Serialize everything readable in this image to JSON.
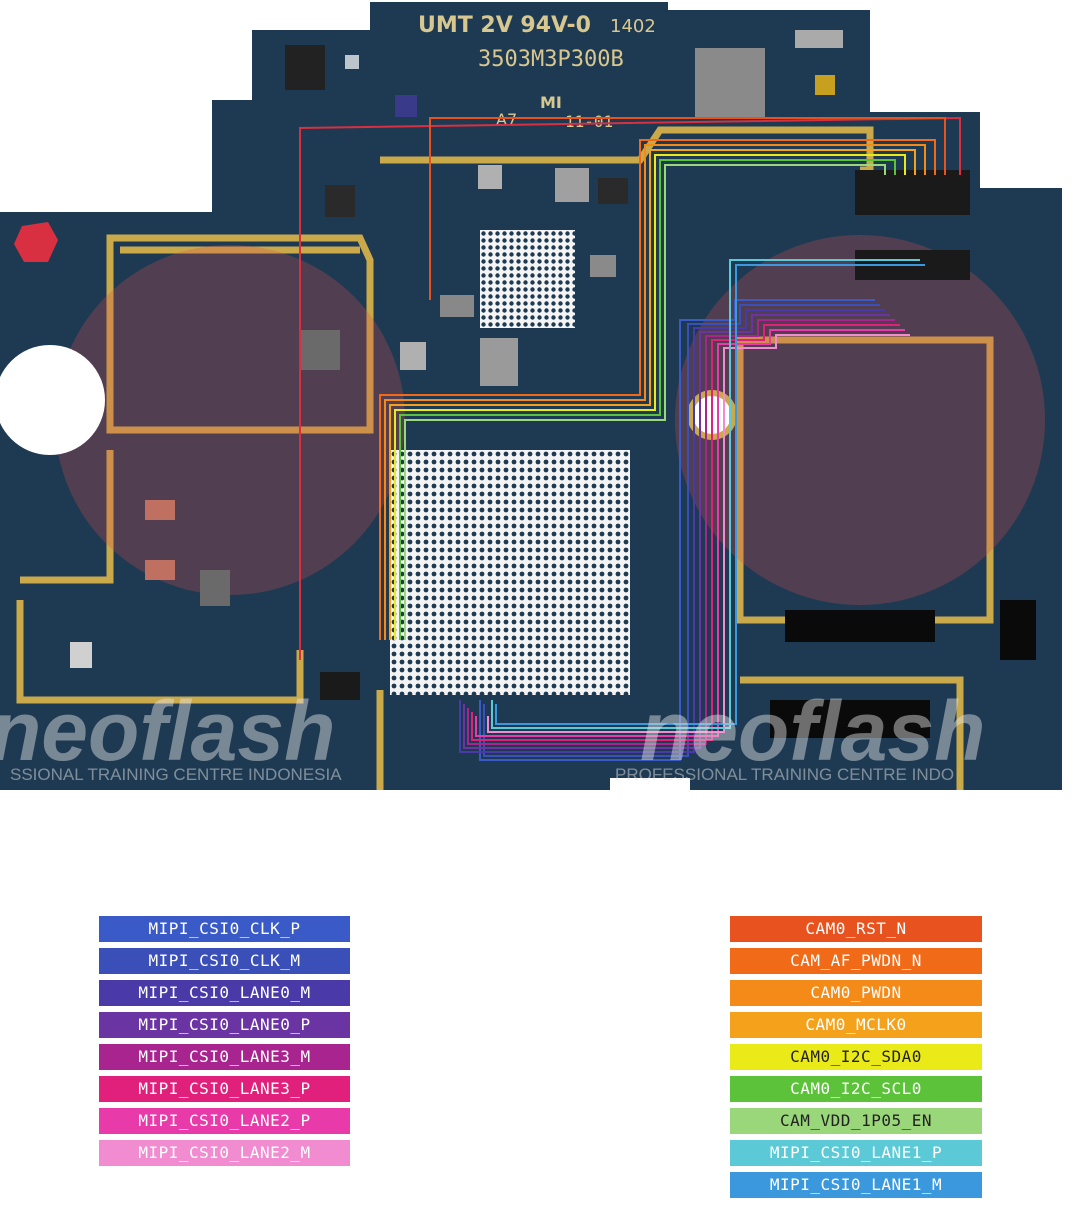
{
  "board": {
    "silkscreen_top": "UMT 2V 94V-0",
    "silkscreen_date": "1402",
    "part_number": "3503M3P300B",
    "logo_text": "MI",
    "rev_label": "A7",
    "rev_date": "11-01",
    "watermark_brand": "neoflash",
    "watermark_tagline_left": "SSIONAL TRAINING CENTRE INDONESIA",
    "watermark_tagline_right": "PROFESSIONAL TRAINING CENTRE INDO"
  },
  "colors": {
    "board_bg": "#1e3a52",
    "copper": "#c9a94a",
    "mipi_clk_p": "#3a5bc7",
    "mipi_clk_m": "#3a4fb8",
    "lane0_m": "#4a3aa8",
    "lane0_p": "#6a35a3",
    "lane3_m": "#a8258f",
    "lane3_p": "#e0207a",
    "lane2_p": "#e83aa8",
    "lane2_m": "#f08ccf",
    "rst": "#e8521e",
    "af_pwdn": "#f06a18",
    "pwdn": "#f48a18",
    "mclk": "#f4a21c",
    "sda": "#eaea18",
    "scl": "#5cc23a",
    "vdd_en": "#9ad67a",
    "lane1_p": "#5ccad6",
    "lane1_m": "#3c98dc"
  },
  "legend_left": [
    {
      "label": "MIPI_CSI0_CLK_P",
      "color": "#3a5bc7"
    },
    {
      "label": "MIPI_CSI0_CLK_M",
      "color": "#3a4fb8"
    },
    {
      "label": "MIPI_CSI0_LANE0_M",
      "color": "#4a3aa8"
    },
    {
      "label": "MIPI_CSI0_LANE0_P",
      "color": "#6a35a3"
    },
    {
      "label": "MIPI_CSI0_LANE3_M",
      "color": "#a8258f"
    },
    {
      "label": "MIPI_CSI0_LANE3_P",
      "color": "#e0207a"
    },
    {
      "label": "MIPI_CSI0_LANE2_P",
      "color": "#e83aa8"
    },
    {
      "label": "MIPI_CSI0_LANE2_M",
      "color": "#f08ccf"
    }
  ],
  "legend_right": [
    {
      "label": "CAM0_RST_N",
      "color": "#e8521e"
    },
    {
      "label": "CAM_AF_PWDN_N",
      "color": "#f06a18"
    },
    {
      "label": "CAM0_PWDN",
      "color": "#f48a18"
    },
    {
      "label": "CAM0_MCLK0",
      "color": "#f4a21c"
    },
    {
      "label": "CAM0_I2C_SDA0",
      "color": "#eaea18"
    },
    {
      "label": "CAM0_I2C_SCL0",
      "color": "#5cc23a"
    },
    {
      "label": "CAM_VDD_1P05_EN",
      "color": "#9ad67a"
    },
    {
      "label": "MIPI_CSI0_LANE1_P",
      "color": "#5ccad6"
    },
    {
      "label": "MIPI_CSI0_LANE1_M",
      "color": "#3c98dc"
    }
  ]
}
